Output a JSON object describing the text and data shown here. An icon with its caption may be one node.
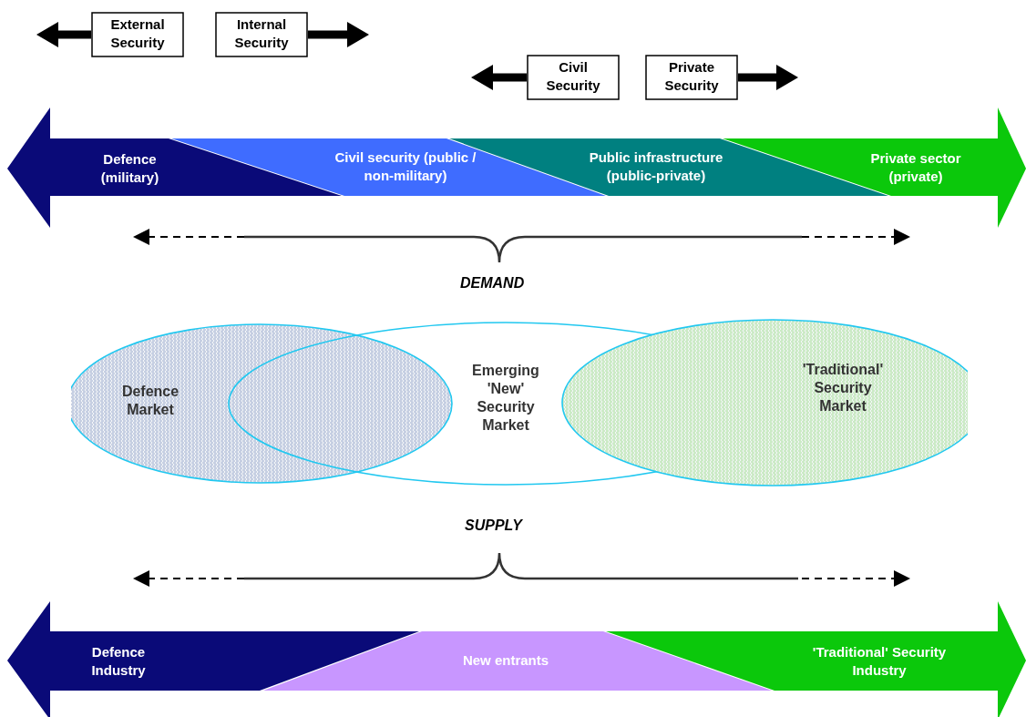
{
  "diagram": {
    "nodes": [
      {
        "text": [
          "External Security"
        ]
      },
      {
        "text": [
          "Internal Security"
        ]
      },
      {
        "text": [
          "Civil Security"
        ]
      },
      {
        "text": [
          "Private Security"
        ]
      },
      {
        "text": [
          "Defence (military)"
        ]
      },
      {
        "text": [
          "Civil security (public / non-military)"
        ]
      },
      {
        "text": [
          "Public infrastructure (public-private)"
        ]
      },
      {
        "text": [
          "Private sector (private)"
        ]
      },
      {
        "text": [
          "Defence Market"
        ]
      },
      {
        "text": [
          "Emerging 'New' Security Market"
        ]
      },
      {
        "text": [
          "'Traditional' Security Market"
        ]
      },
      {
        "text": [
          "Defence Industry"
        ]
      },
      {
        "text": [
          "New entrants"
        ]
      },
      {
        "text": [
          "'Traditional' Security Industry"
        ]
      }
    ],
    "edges": [
      {
        "from": 0,
        "to": null,
        "arrow": "to"
      },
      {
        "from": 1,
        "to": null,
        "arrow": "to"
      },
      {
        "from": 2,
        "to": null,
        "arrow": "to"
      },
      {
        "from": 3,
        "to": null,
        "arrow": "to"
      }
    ],
    "labels": [
      "DEMAND",
      "SUPPLY"
    ]
  }
}
